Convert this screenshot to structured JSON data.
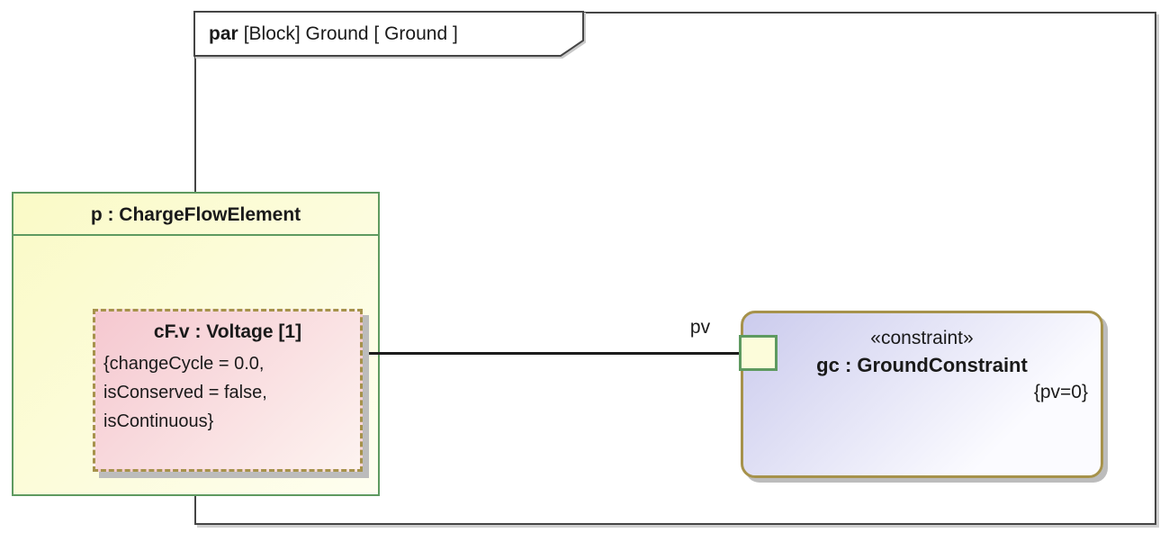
{
  "colors": {
    "frame-border": "#454545",
    "green": "#5e9a60",
    "olive": "#a6924b",
    "yellow-1": "#fafac6",
    "yellow-2": "#fefef0",
    "pink-1": "#f5c8d0",
    "pink-2": "#fdf3f0",
    "lav-1": "#cbcbed",
    "lav-2": "#fbfbff",
    "port-fill": "#fcfcda",
    "shadow": "#bcbcbc",
    "line": "#1c1c1c",
    "text": "#1a1a1a"
  },
  "frame": {
    "keyword": "par",
    "title": "[Block] Ground [ Ground ]"
  },
  "block": {
    "title": "p : ChargeFlowElement"
  },
  "voltage": {
    "title": "cF.v : Voltage [1]",
    "lines": [
      "{changeCycle = 0.0,",
      "isConserved = false,",
      "isContinuous}"
    ]
  },
  "constraint": {
    "stereotype": "«constraint»",
    "name": "gc : GroundConstraint",
    "expression": "{pv=0}"
  },
  "connector": {
    "label": "pv"
  }
}
